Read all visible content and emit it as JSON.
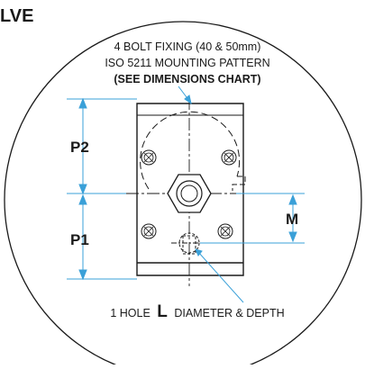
{
  "header": {
    "title_fragment": "LVE"
  },
  "callouts": {
    "top_line1": "4 BOLT FIXING (40 & 50mm)",
    "top_line2": "ISO 5211 MOUNTING PATTERN",
    "top_line3": "(SEE DIMENSIONS CHART)",
    "bottom_prefix": "1 HOLE",
    "bottom_letter": "L",
    "bottom_suffix": "DIAMETER & DEPTH"
  },
  "dimensions": {
    "p2": "P2",
    "p1": "P1",
    "m": "M"
  },
  "colors": {
    "dimension_line": "#3aa0d8",
    "outline": "#1a1a1a",
    "background": "#ffffff"
  }
}
